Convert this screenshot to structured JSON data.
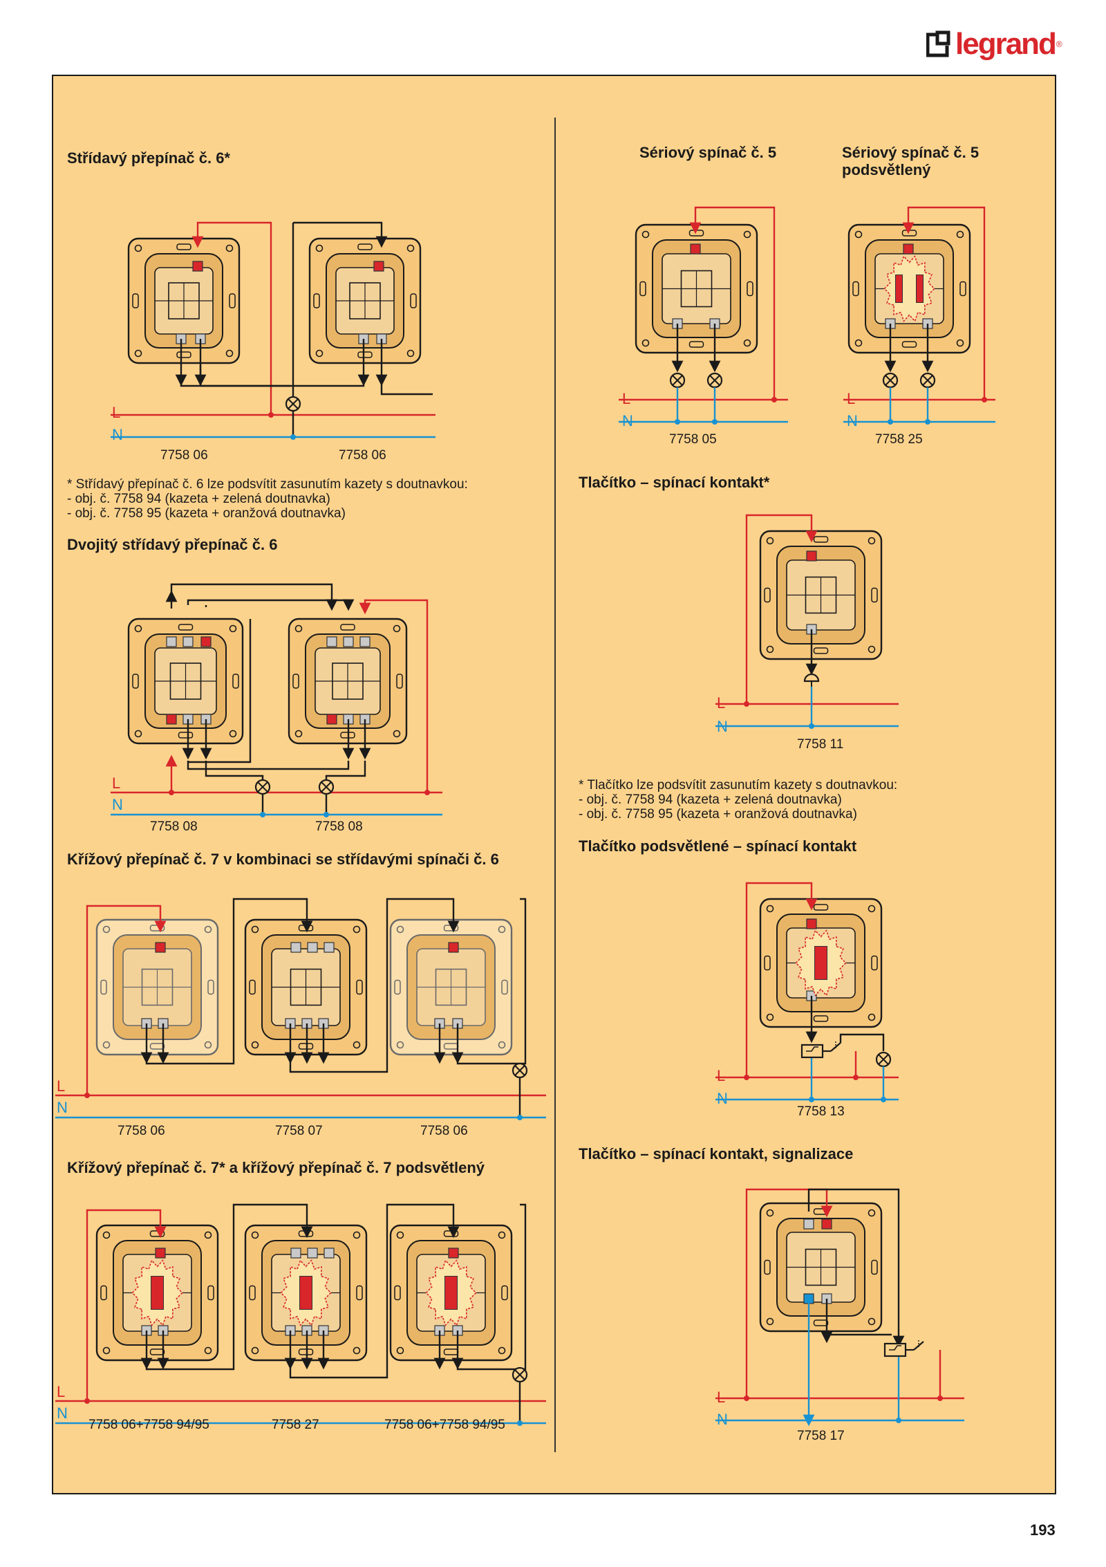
{
  "brand": {
    "name": "legrand",
    "color": "#d8262b"
  },
  "colors": {
    "panel": "#fcd38d",
    "phase": "#d8262b",
    "neutral": "#1792d2",
    "wire": "#1a1a1a"
  },
  "page_number": "193",
  "line_labels": {
    "l": "L",
    "n": "N"
  },
  "sections": {
    "s1": {
      "title": "Střídavý přepínač č. 6*",
      "codes": [
        "7758 06",
        "7758 06"
      ]
    },
    "s1_note": {
      "lines": [
        "* Střídavý přepínač č. 6 lze podsvítit zasunutím kazety s doutnavkou:",
        "- obj. č. 7758 94 (kazeta + zelená doutnavka)",
        "- obj. č. 7758 95 (kazeta + oranžová doutnavka)"
      ]
    },
    "s2": {
      "title": "Dvojitý střídavý přepínač č. 6",
      "codes": [
        "7758 08",
        "7758 08"
      ]
    },
    "s3": {
      "title": "Křížový přepínač č. 7 v kombinaci se střídavými spínači č. 6",
      "codes": [
        "7758 06",
        "7758 07",
        "7758 06"
      ]
    },
    "s4": {
      "title": "Křížový přepínač č. 7* a křížový přepínač č. 7 podsvětlený",
      "codes": [
        "7758 06+7758 94/95",
        "7758 27",
        "7758 06+7758 94/95"
      ]
    },
    "s5a": {
      "title": "Sériový spínač č. 5",
      "code": "7758 05"
    },
    "s5b": {
      "title_line1": "Sériový spínač č. 5",
      "title_line2": "podsvětlený",
      "code": "7758 25"
    },
    "s6": {
      "title": "Tlačítko – spínací kontakt*",
      "code": "7758 11"
    },
    "s6_note": {
      "lines": [
        "* Tlačítko lze podsvítit zasunutím kazety s doutnavkou:",
        "- obj. č. 7758 94 (kazeta + zelená doutnavka)",
        "- obj. č. 7758 95 (kazeta + oranžová doutnavka)"
      ]
    },
    "s7": {
      "title": "Tlačítko podsvětlené – spínací kontakt",
      "code": "7758 13"
    },
    "s8": {
      "title": "Tlačítko – spínací kontakt, signalizace",
      "code": "7758 17"
    }
  }
}
